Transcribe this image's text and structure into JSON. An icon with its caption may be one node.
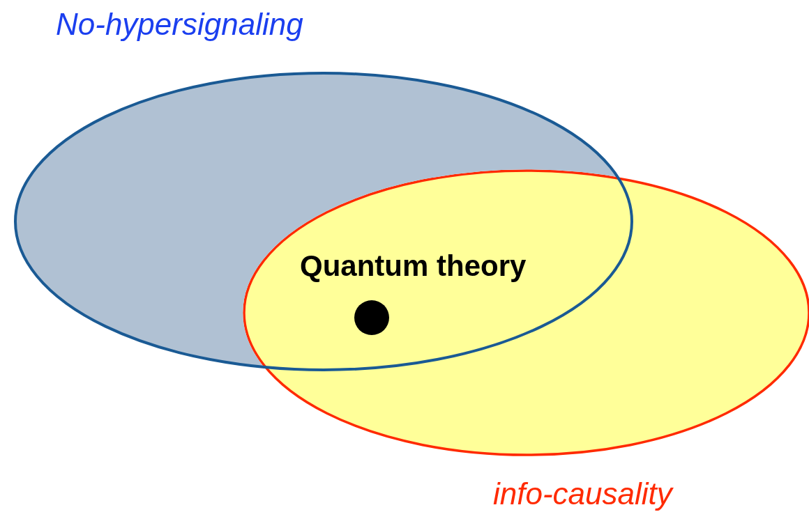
{
  "diagram": {
    "nodes": [
      {
        "text": [
          "No-hypersignaling"
        ]
      },
      {
        "text": [
          "info-causality"
        ]
      },
      {
        "text": [],
        "shape": "circle"
      }
    ],
    "labels": [
      "Quantum theory"
    ]
  }
}
